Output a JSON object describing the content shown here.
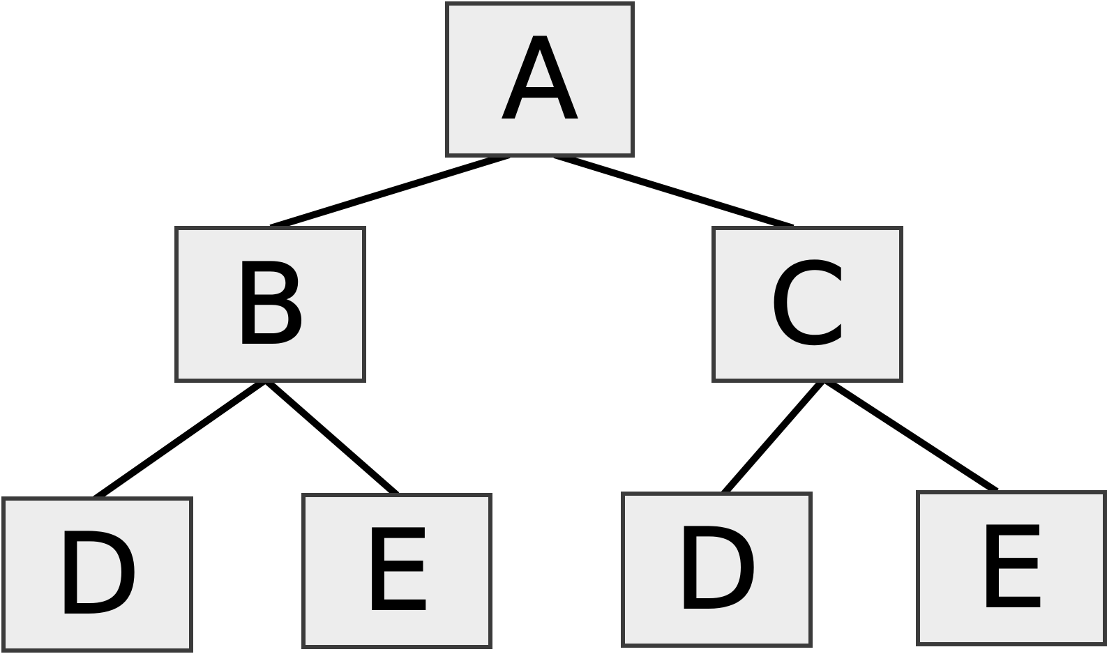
{
  "nodes": {
    "a": "A",
    "b": "B",
    "c": "C",
    "d_left": "D",
    "e_left": "E",
    "d_right": "D",
    "e_right": "E"
  },
  "colors": {
    "node_fill": "#ededed",
    "node_border": "#3b3b3b",
    "edge": "#000000",
    "text": "#000000"
  }
}
